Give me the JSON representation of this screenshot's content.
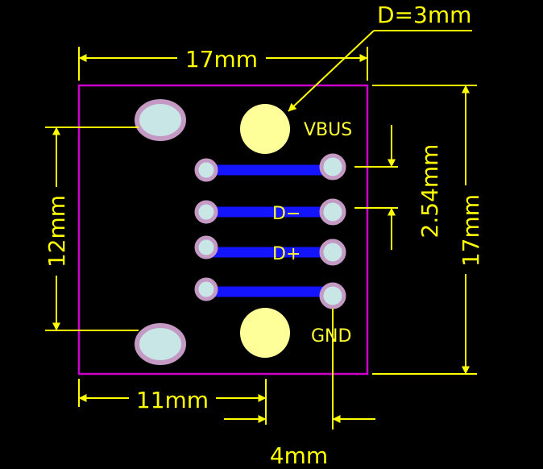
{
  "colors": {
    "background": "#000000",
    "dimension": "#ffff00",
    "board_outline": "#cc00cc",
    "trace": "#1414ff",
    "pad_fill": "#c8e6e6",
    "pad_ring": "#c49ac4",
    "hole": "#ffff99",
    "label": "#ffff33"
  },
  "labels": {
    "hole_diameter": "D=3mm",
    "width_top": "17mm",
    "height_right": "17mm",
    "height_left": "12mm",
    "pin_pitch": "2.54mm",
    "offset_bottom": "11mm",
    "pin_offset": "4mm",
    "pin_vbus": "VBUS",
    "pin_dminus": "D−",
    "pin_dplus": "D+",
    "pin_gnd": "GND"
  }
}
